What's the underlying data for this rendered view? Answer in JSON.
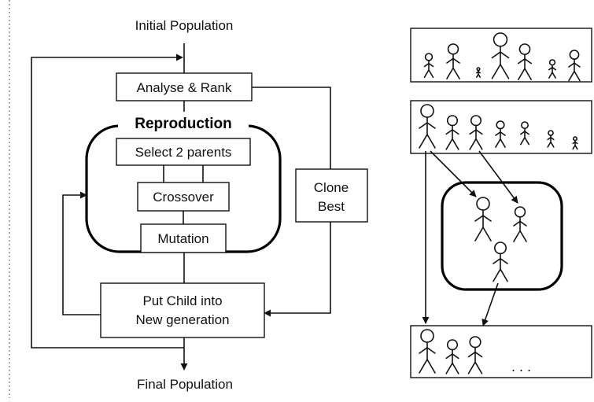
{
  "flowchart": {
    "initial_population": "Initial Population",
    "analyse_rank": "Analyse & Rank",
    "reproduction": "Reproduction",
    "select_parents": "Select 2 parents",
    "crossover": "Crossover",
    "mutation": "Mutation",
    "clone_best": [
      "Clone",
      "Best"
    ],
    "put_child": [
      "Put Child into",
      "New generation"
    ],
    "final_population": "Final Population"
  },
  "illustration": {
    "ellipsis": ". . ."
  }
}
